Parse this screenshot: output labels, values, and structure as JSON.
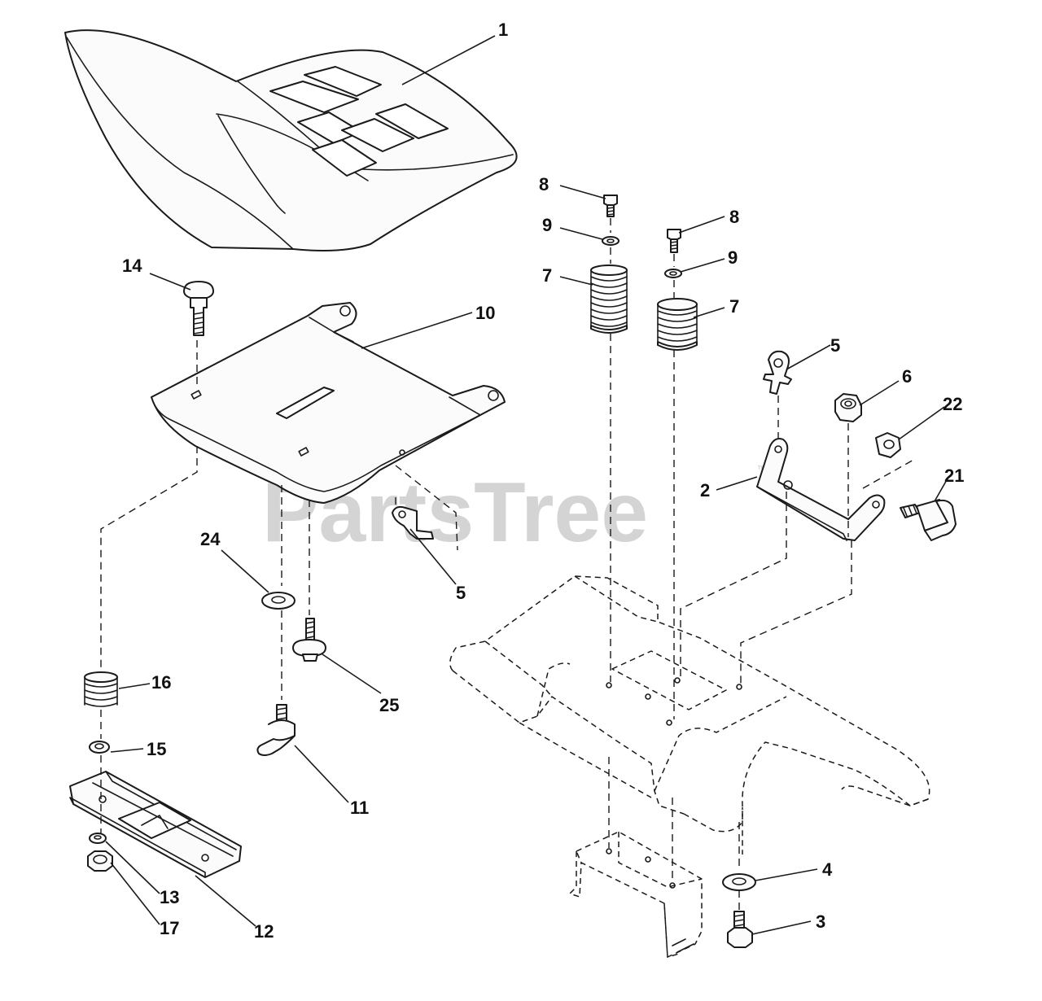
{
  "watermark": {
    "text": "PartsTree",
    "mark": "™"
  },
  "callouts": [
    {
      "part": "seat",
      "label": "1"
    },
    {
      "part": "seat-pan",
      "label": "10"
    },
    {
      "part": "carriage-bolt",
      "label": "14"
    },
    {
      "part": "bolt-left",
      "label": "8"
    },
    {
      "part": "bolt-right",
      "label": "8"
    },
    {
      "part": "washer-left",
      "label": "9"
    },
    {
      "part": "washer-right",
      "label": "9"
    },
    {
      "part": "spring-left",
      "label": "7"
    },
    {
      "part": "spring-right",
      "label": "7"
    },
    {
      "part": "clip-upper",
      "label": "5"
    },
    {
      "part": "clip-lower",
      "label": "5"
    },
    {
      "part": "locknut",
      "label": "6"
    },
    {
      "part": "nut-22",
      "label": "22"
    },
    {
      "part": "bracket",
      "label": "2"
    },
    {
      "part": "shoulder-bolt",
      "label": "21"
    },
    {
      "part": "washer-24",
      "label": "24"
    },
    {
      "part": "bolt-25",
      "label": "25"
    },
    {
      "part": "spring-16",
      "label": "16"
    },
    {
      "part": "washer-15",
      "label": "15"
    },
    {
      "part": "knob-11",
      "label": "11"
    },
    {
      "part": "washer-13",
      "label": "13"
    },
    {
      "part": "nut-17",
      "label": "17"
    },
    {
      "part": "slide-rail",
      "label": "12"
    },
    {
      "part": "flat-washer",
      "label": "4"
    },
    {
      "part": "hex-bolt",
      "label": "3"
    }
  ]
}
